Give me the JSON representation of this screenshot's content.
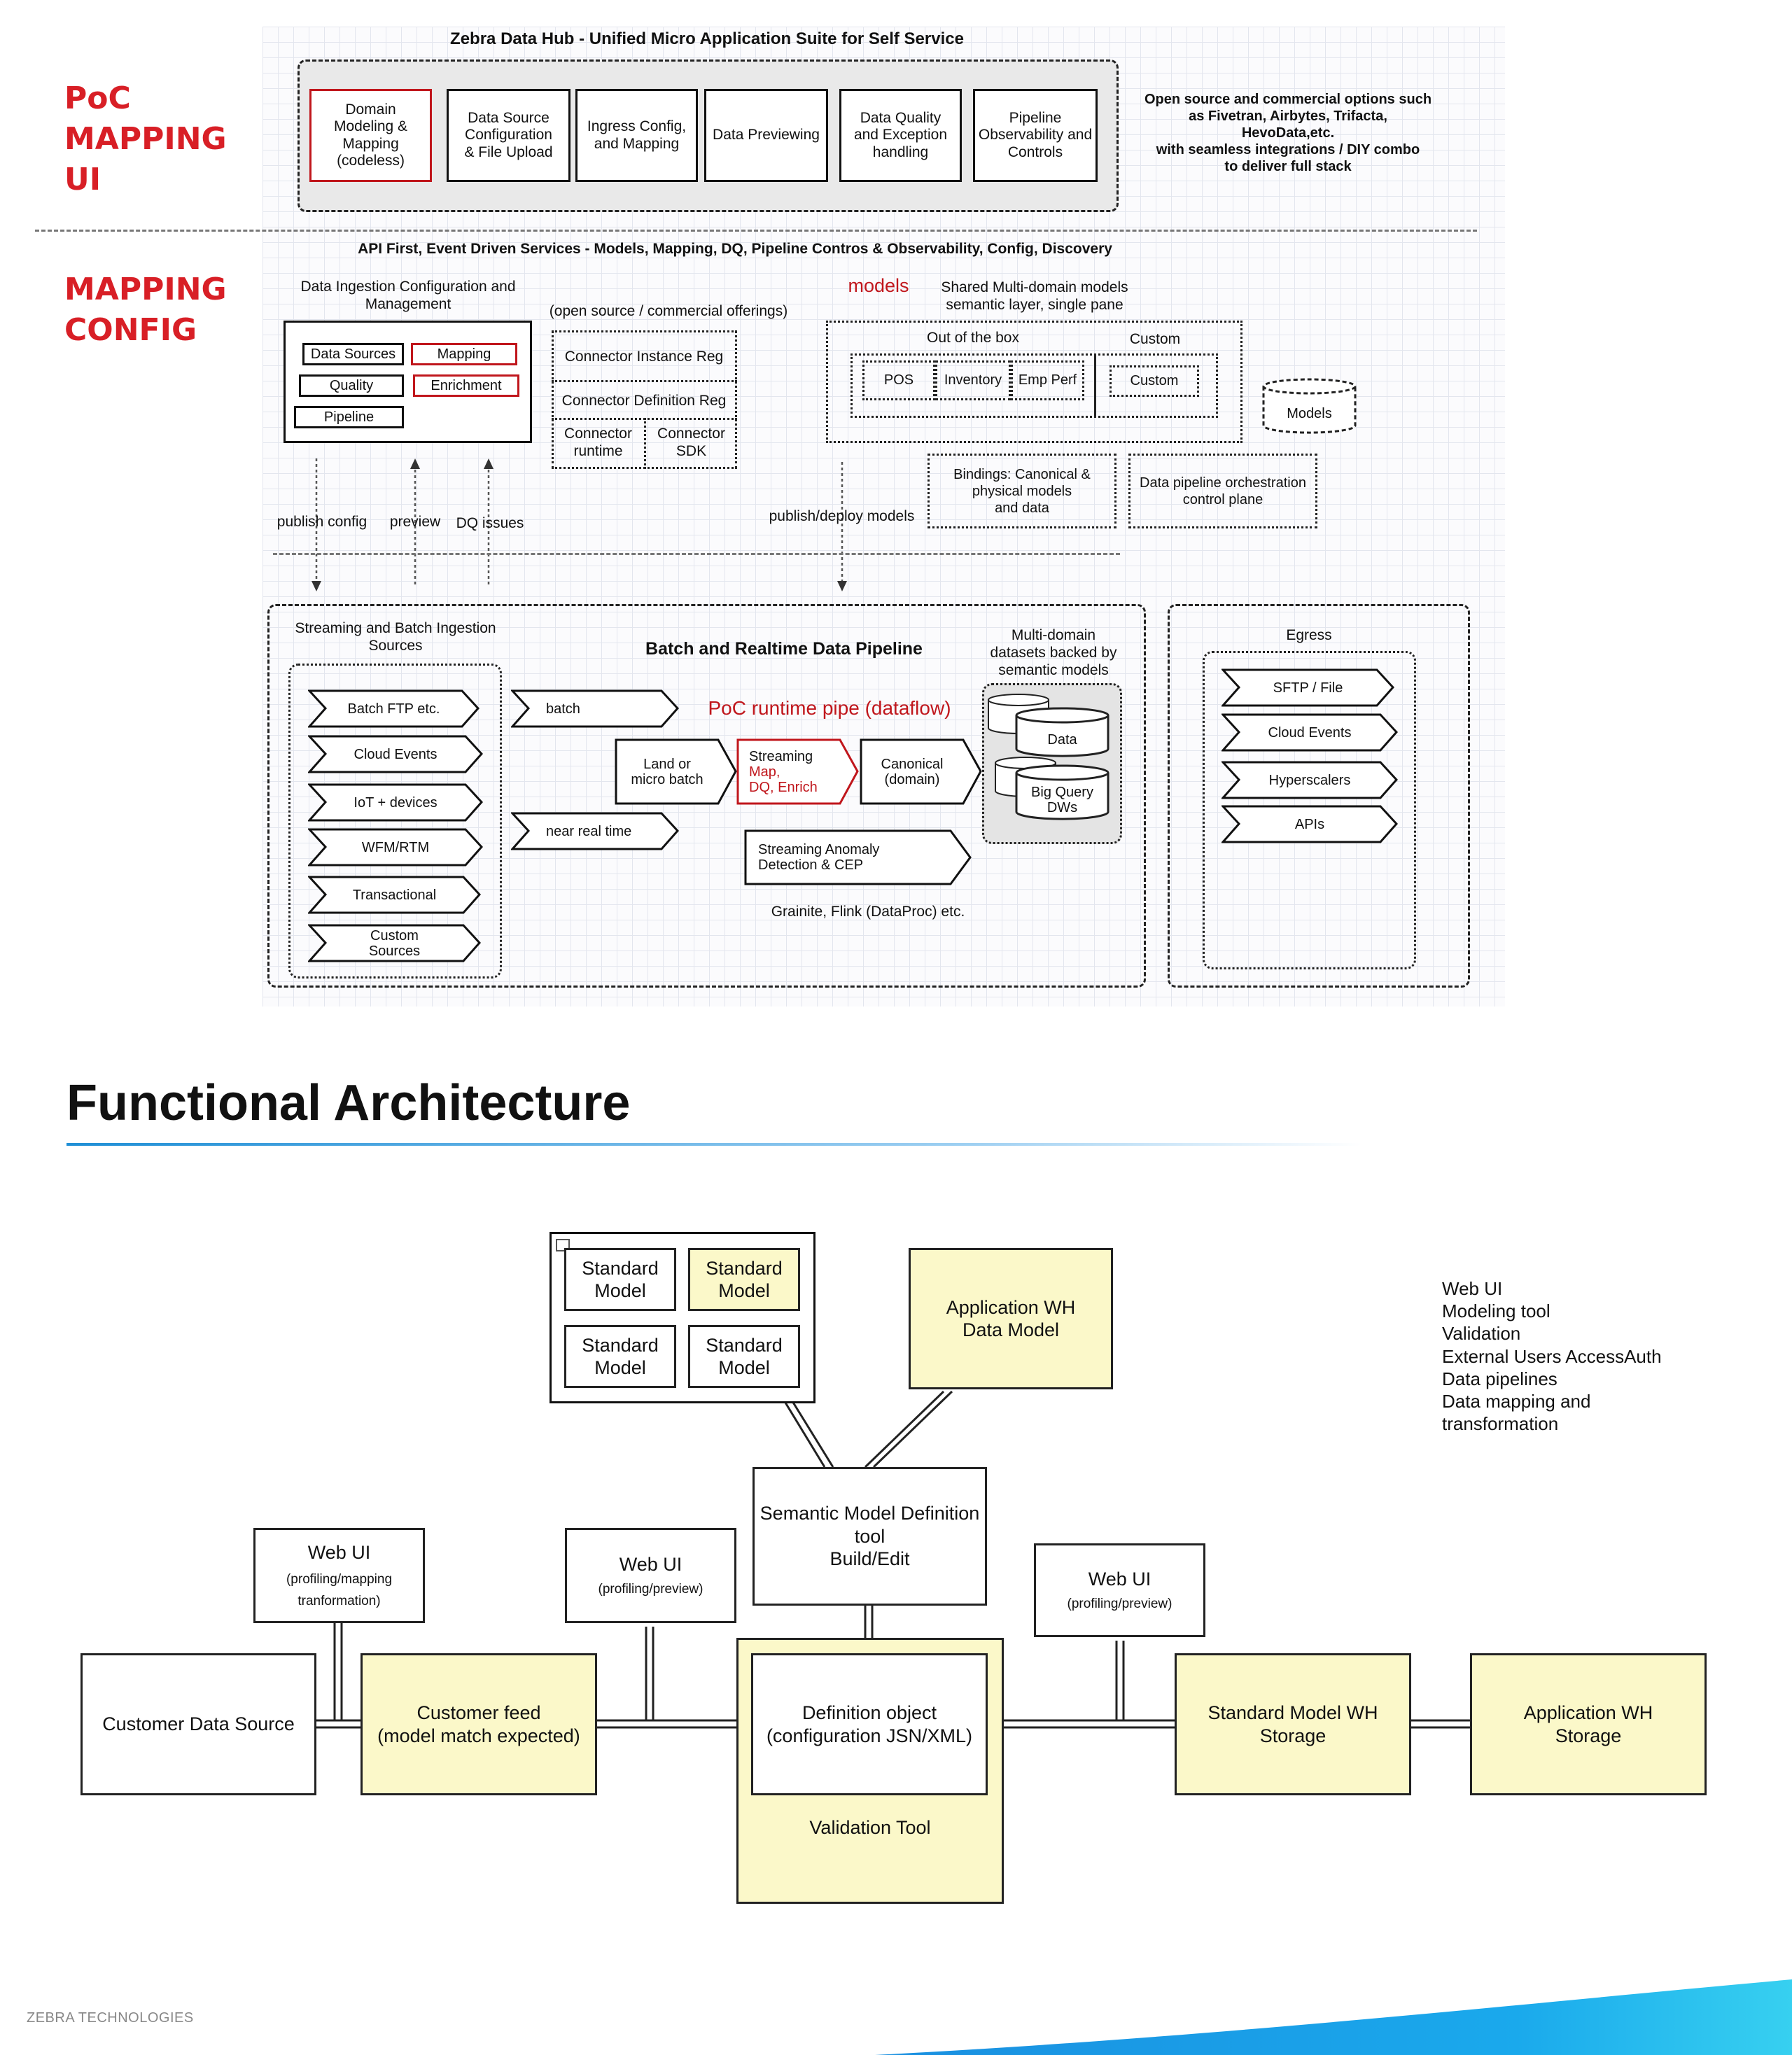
{
  "top": {
    "side_poc": "PoC\nMAPPING\nUI",
    "side_config": "MAPPING\nCONFIG",
    "suite_title": "Zebra Data Hub - Unified Micro Application Suite for Self Service",
    "ui_boxes": [
      "Domain\nModeling &\nMapping\n(codeless)",
      "Data Source\nConfiguration\n& File Upload",
      "Ingress Config,\nand Mapping",
      "Data Previewing",
      "Data Quality\nand Exception\nhandling",
      "Pipeline\nObservability and\nControls"
    ],
    "open_source_note": "Open source and commercial options such\nas Fivetran, Airbytes,  Trifacta,\nHevoData,etc.\nwith seamless integrations / DIY combo\nto deliver full stack",
    "api_first": "API First, Event Driven Services - Models, Mapping, DQ, Pipeline Contros & Observability, Config, Discovery",
    "ingestion_config_title": "Data Ingestion Configuration and\nManagement",
    "ingestion_items": [
      "Data Sources",
      "Mapping",
      "Quality",
      "Enrichment",
      "Pipeline"
    ],
    "open_source_offerings": "(open source / commercial offerings)",
    "connector_instance": "Connector Instance Reg",
    "connector_definition": "Connector Definition Reg",
    "connector_runtime": "Connector\nruntime",
    "connector_sdk": "Connector\nSDK",
    "models_red": "models",
    "shared_models": "Shared Multi-domain models\nsemantic layer, single pane",
    "out_of_box": "Out of the box",
    "custom_header": "Custom",
    "model_items": [
      "POS",
      "Inventory",
      "Emp Perf"
    ],
    "custom_item": "Custom",
    "models_cyl": "Models",
    "bindings": "Bindings: Canonical &\nphysical models\nand data",
    "orchestration": "Data pipeline orchestration\ncontrol plane",
    "publish_config": "publish config",
    "preview": "preview",
    "dq_issues": "DQ issues",
    "publish_deploy": "publish/deploy models",
    "streaming_sources_title": "Streaming and Batch Ingestion\nSources",
    "sources": [
      "Batch FTP etc.",
      "Cloud Events",
      "IoT + devices",
      "WFM/RTM",
      "Transactional",
      "Custom\nSources"
    ],
    "pipeline_title": "Batch and Realtime Data Pipeline",
    "batch": "batch",
    "near_real_time": "near real time",
    "poc_runtime": "PoC runtime pipe (dataflow)",
    "land_micro": "Land or\nmicro batch",
    "streaming_black": "Streaming",
    "streaming_red": "Map,\nDQ, Enrich",
    "canonical": "Canonical\n(domain)",
    "anomaly": "Streaming Anomaly\nDetection & CEP",
    "grainite": "Grainite, Flink (DataProc) etc.",
    "multi_domain": "Multi-domain\ndatasets backed by\nsemantic models",
    "data_cyl": "Data",
    "bq_cyl": "Big Query\nDWs",
    "egress_title": "Egress",
    "egress": [
      "SFTP / File",
      "Cloud Events",
      "Hyperscalers",
      "APIs"
    ]
  },
  "functional": {
    "title": "Functional Architecture",
    "standard_model": "Standard\nModel",
    "app_wh_model": "Application WH\nData Model",
    "semantic_tool": "Semantic Model Definition\ntool\nBuild/Edit",
    "web_ui": "Web UI",
    "web_ui_sub_1": "(profiling/mapping\ntranformation)",
    "web_ui_sub_2": "(profiling/preview)",
    "web_ui_sub_3": "(profiling/preview)",
    "customer_source": "Customer Data Source",
    "customer_feed": "Customer feed\n(model match expected)",
    "definition_object": "Definition object\n(configuration JSN/XML)",
    "validation_tool": "Validation Tool",
    "standard_wh": "Standard Model WH\nStorage",
    "app_wh_storage": "Application WH\nStorage",
    "feature_list": "Web UI\nModeling tool\nValidation\nExternal Users AccessAuth\nData pipelines\nData mapping  and\ntransformation"
  },
  "footer": {
    "brand": "ZEBRA TECHNOLOGIES"
  },
  "colors": {
    "accent_red": "#c0161c",
    "yellow_fill": "#fbf8c9",
    "title_rule": "#1f8fd6",
    "footer_wave": "#1aa9ec"
  }
}
